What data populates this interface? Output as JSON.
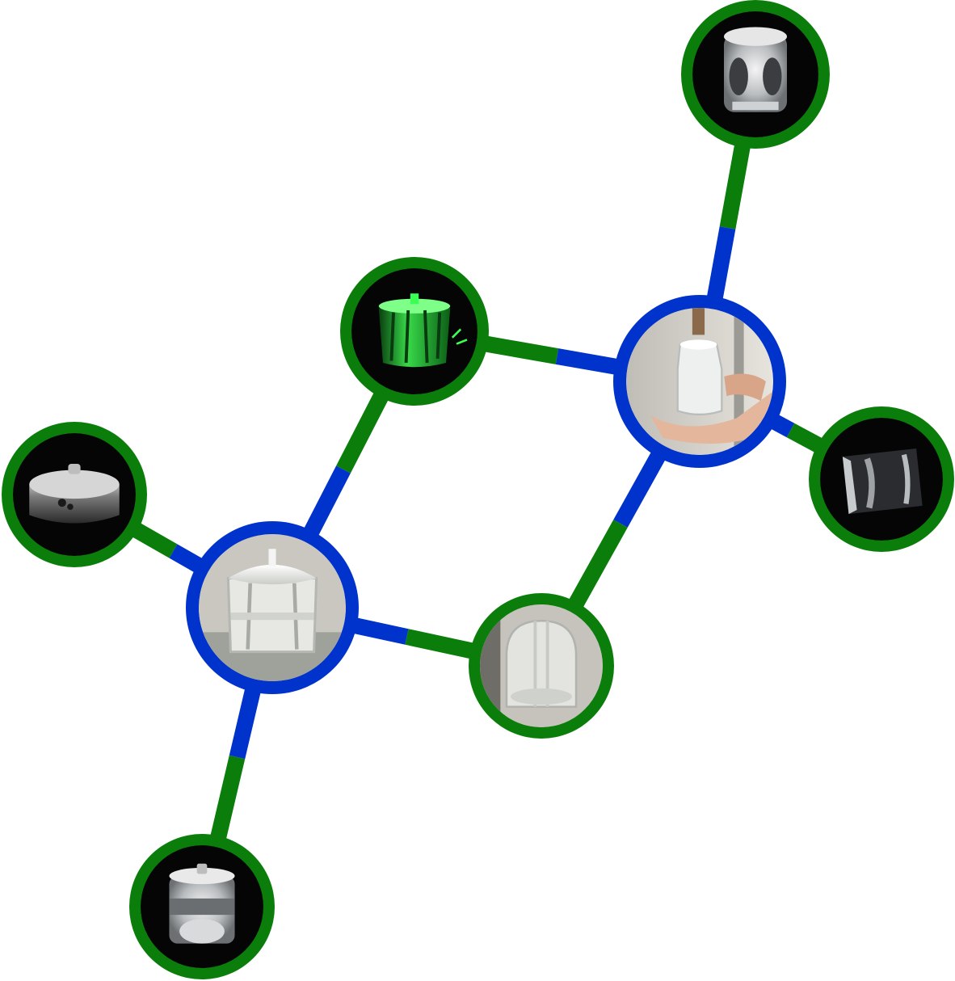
{
  "colors": {
    "green": "#0a7d0a",
    "blue": "#0033cc",
    "photo_dark": "#050505",
    "photo_light": "#d8d8d2"
  },
  "nodes": [
    {
      "id": "top-right",
      "ring": "green",
      "photo": "dark",
      "subject": "clear-cylinder-dimpled"
    },
    {
      "id": "hand",
      "ring": "blue",
      "photo": "light",
      "subject": "clear-bottle-in-hand"
    },
    {
      "id": "right",
      "ring": "green",
      "photo": "dark",
      "subject": "clear-block-side"
    },
    {
      "id": "green-glow",
      "ring": "green",
      "photo": "dark",
      "subject": "green-glowing-jar"
    },
    {
      "id": "left-disc",
      "ring": "green",
      "photo": "dark",
      "subject": "silver-disc-cap"
    },
    {
      "id": "white-jar",
      "ring": "blue",
      "photo": "light",
      "subject": "frosted-jar-with-sprue"
    },
    {
      "id": "dome",
      "ring": "green",
      "photo": "light",
      "subject": "frosted-dome-block"
    },
    {
      "id": "bottom",
      "ring": "green",
      "photo": "dark",
      "subject": "clear-cylinder-with-bubble"
    }
  ],
  "edges": [
    {
      "from": "top-right",
      "to": "hand"
    },
    {
      "from": "hand",
      "to": "right"
    },
    {
      "from": "green-glow",
      "to": "hand"
    },
    {
      "from": "green-glow",
      "to": "white-jar"
    },
    {
      "from": "hand",
      "to": "dome"
    },
    {
      "from": "left-disc",
      "to": "white-jar"
    },
    {
      "from": "white-jar",
      "to": "dome"
    },
    {
      "from": "white-jar",
      "to": "bottom"
    }
  ]
}
